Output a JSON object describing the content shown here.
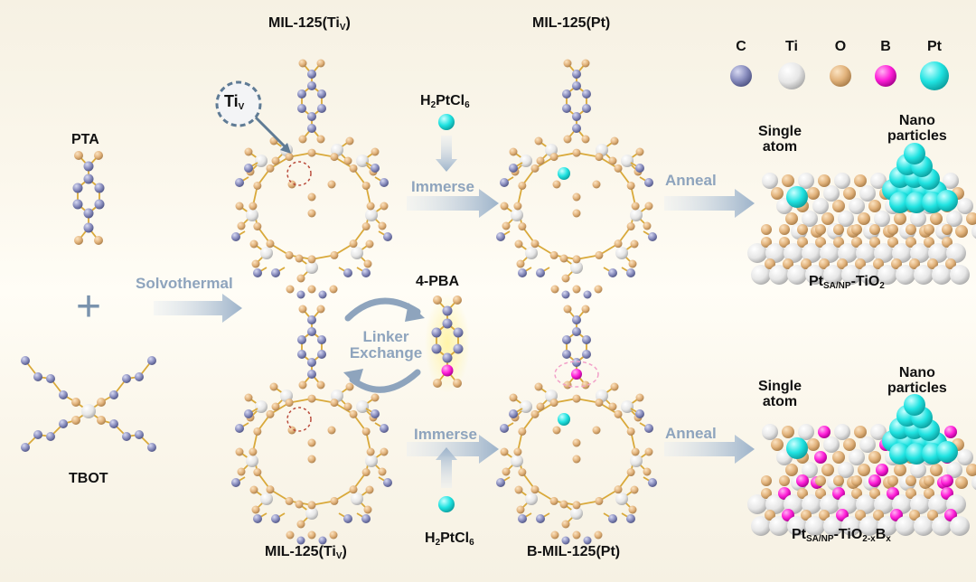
{
  "labels": {
    "pta": "PTA",
    "tbot": "TBOT",
    "plus": "+",
    "mil_top": "MIL-125(Ti",
    "mil_top_sub": "V",
    "mil_top_close": ")",
    "mil_pt_top": "MIL-125(Pt)",
    "pba": "4-PBA",
    "mil_bottom": "MIL-125(Ti",
    "mil_bottom_sub": "V",
    "mil_bottom_close": ")",
    "bmil_pt": "B-MIL-125(Pt)",
    "tiv_main": "Ti",
    "tiv_sub": "V",
    "h2ptcl6_top": [
      "H",
      "2",
      "PtCl",
      "6"
    ],
    "h2ptcl6_bottom": [
      "H",
      "2",
      "PtCl",
      "6"
    ]
  },
  "steps": {
    "solvothermal": "Solvothermal",
    "immerse_top": "Immerse",
    "immerse_bottom": "Immerse",
    "anneal_top": "Anneal",
    "anneal_bottom": "Anneal",
    "linker_1": "Linker",
    "linker_2": "Exchange"
  },
  "legend": [
    {
      "symbol": "C",
      "color": "#8a8ebf"
    },
    {
      "symbol": "Ti",
      "color": "#ececec"
    },
    {
      "symbol": "O",
      "color": "#e5b681"
    },
    {
      "symbol": "B",
      "color": "#ff1fd8"
    },
    {
      "symbol": "Pt",
      "color": "#20e3e1"
    }
  ],
  "products": {
    "top": {
      "pt": "Pt",
      "sub": "SA/NP",
      "rest": "-TiO",
      "rest_sub": "2",
      "tail": "",
      "tail_sub": ""
    },
    "bottom": {
      "pt": "Pt",
      "sub": "SA/NP",
      "rest": "-TiO",
      "rest_sub": "2-x",
      "tail": "B",
      "tail_sub": "x"
    }
  },
  "surface_labels": {
    "single_1": "Single",
    "single_2": "atom",
    "nano_1": "Nano",
    "nano_2": "particles"
  },
  "colors": {
    "carbon": "#8a8ebf",
    "titanium": "#ececec",
    "oxygen": "#e5b681",
    "boron": "#ff1fd8",
    "platinum": "#20e3e1",
    "bond": "#e0b040",
    "arrow": "#a9bdd2"
  }
}
